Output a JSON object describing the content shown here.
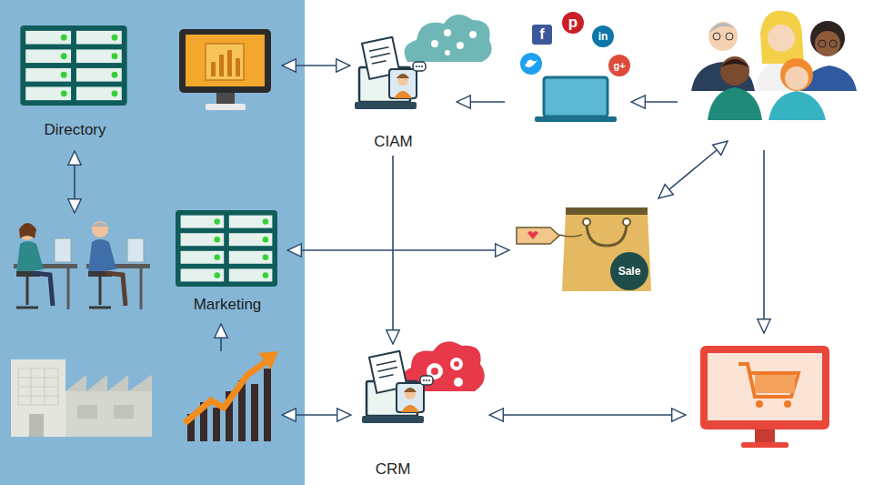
{
  "diagram": {
    "nodes": [
      {
        "text": [
          "Directory"
        ]
      },
      {
        "text": [
          "CIAM"
        ]
      },
      {
        "text": [
          "Marketing"
        ]
      },
      {
        "text": [
          "Sale"
        ]
      },
      {
        "text": [
          "CRM"
        ]
      }
    ],
    "edges": [
      {
        "from": 1,
        "to": 4,
        "arrow": "to"
      },
      {
        "from": 2,
        "to": 3,
        "arrow": "both"
      }
    ],
    "labels": [
      "f",
      "p",
      "in",
      "g+"
    ]
  }
}
